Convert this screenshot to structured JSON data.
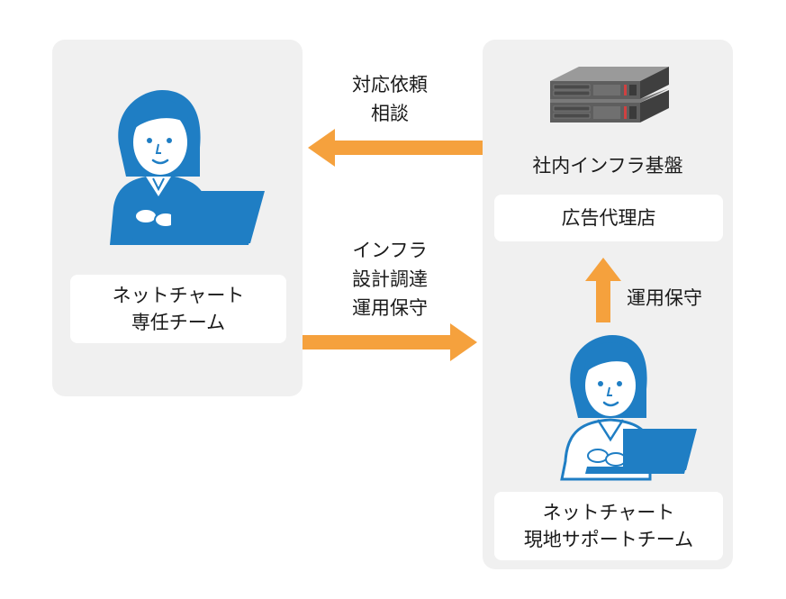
{
  "left_panel": {
    "label_line1": "ネットチャート",
    "label_line2": "専任チーム"
  },
  "right_panel": {
    "server_label": "社内インフラ基盤",
    "agency_label": "広告代理店",
    "support_label_line1": "ネットチャート",
    "support_label_line2": "現地サポートチーム"
  },
  "arrows": {
    "top_left_line1": "対応依頼",
    "top_left_line2": "相談",
    "bottom_right_line1": "インフラ",
    "bottom_right_line2": "設計調達",
    "bottom_right_line3": "運用保守",
    "up_label": "運用保守"
  },
  "colors": {
    "arrow": "#f5a13d",
    "person": "#1f7ec4",
    "panel": "#f0f0f0"
  },
  "icons": [
    "person-laptop-icon",
    "server-rack-icon"
  ]
}
